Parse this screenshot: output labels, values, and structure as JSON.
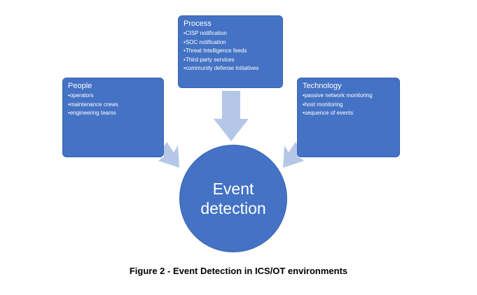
{
  "colors": {
    "box_fill": "#4472c4",
    "arrow_fill": "#b4c7e7",
    "text": "#ffffff",
    "caption": "#000000"
  },
  "diagram": {
    "process": {
      "title": "Process",
      "items": [
        "CISP notification",
        "SOC notification",
        "Threat Intelligence feeds",
        "Third party services",
        "community defense initiatives"
      ]
    },
    "people": {
      "title": "People",
      "items": [
        "operators",
        "maintenance crews",
        "engineering teams"
      ]
    },
    "technology": {
      "title": "Technology",
      "items": [
        "passive network monitoring",
        "host monitoring",
        "sequence of events"
      ]
    },
    "center": {
      "label": "Event detection"
    },
    "edges": [
      {
        "from": "process",
        "to": "center",
        "type": "arrow"
      },
      {
        "from": "people",
        "to": "center",
        "type": "arrow"
      },
      {
        "from": "technology",
        "to": "center",
        "type": "arrow"
      }
    ]
  },
  "caption": "Figure 2 - Event Detection in ICS/OT environments"
}
